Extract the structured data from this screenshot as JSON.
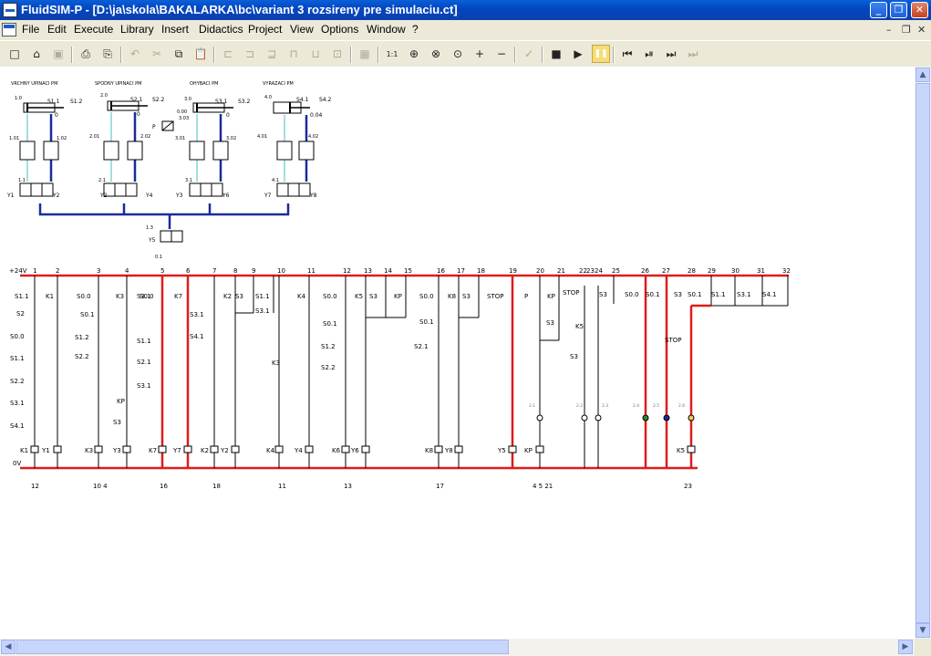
{
  "window": {
    "title": "FluidSIM-P - [D:\\ja\\skola\\BAKALARKA\\bc\\variant 3 rozsireny pre simulaciu.ct]",
    "minimize": "_",
    "maximize": "❐",
    "close": "✕"
  },
  "menu": [
    "File",
    "Edit",
    "Execute",
    "Library",
    "Insert",
    "Didactics",
    "Project",
    "View",
    "Options",
    "Window",
    "?"
  ],
  "mdi_controls": {
    "minimize": "–",
    "restore": "❐",
    "close": "✕"
  },
  "toolbar": [
    {
      "name": "new-icon",
      "glyph": "□"
    },
    {
      "name": "open-icon",
      "glyph": "⌂"
    },
    {
      "name": "save-icon",
      "glyph": "▣"
    },
    {
      "name": "print-preview-icon",
      "glyph": "⎙"
    },
    {
      "name": "print-icon",
      "glyph": "⎘"
    },
    {
      "name": "undo-icon",
      "glyph": "↶"
    },
    {
      "name": "cut-icon",
      "glyph": "✂"
    },
    {
      "name": "copy-icon",
      "glyph": "⧉"
    },
    {
      "name": "paste-icon",
      "glyph": "📋"
    },
    {
      "name": "align-left-icon",
      "glyph": "⊏"
    },
    {
      "name": "align-center-icon",
      "glyph": "⊐"
    },
    {
      "name": "align-right-icon",
      "glyph": "⊒"
    },
    {
      "name": "align-top-icon",
      "glyph": "⊓"
    },
    {
      "name": "align-middle-icon",
      "glyph": "⊔"
    },
    {
      "name": "align-bottom-icon",
      "glyph": "⊡"
    },
    {
      "name": "grid-icon",
      "glyph": "▦"
    },
    {
      "name": "zoom-1-1-icon",
      "glyph": "1:1"
    },
    {
      "name": "zoom-window-icon",
      "glyph": "⊕"
    },
    {
      "name": "zoom-fit-icon",
      "glyph": "⊗"
    },
    {
      "name": "zoom-all-icon",
      "glyph": "⊙"
    },
    {
      "name": "zoom-in-icon",
      "glyph": "+"
    },
    {
      "name": "zoom-out-icon",
      "glyph": "−"
    },
    {
      "name": "check-icon",
      "glyph": "✓"
    },
    {
      "name": "stop-icon",
      "glyph": "■"
    },
    {
      "name": "play-icon",
      "glyph": "▶"
    },
    {
      "name": "pause-icon",
      "glyph": "❚❚"
    },
    {
      "name": "reset-icon",
      "glyph": "⏮"
    },
    {
      "name": "step-icon",
      "glyph": "⏯"
    },
    {
      "name": "step-forward-icon",
      "glyph": "⏭"
    },
    {
      "name": "fast-forward-icon",
      "glyph": "⏭"
    }
  ],
  "pneumatic": {
    "cylinder_titles": [
      "VRCHNY UPINACI PM",
      "SPODNY UPINACI PM",
      "OHYBACI PM",
      "VYRAZACI PM"
    ],
    "cylinder_ids": [
      "1.0",
      "2.0",
      "3.0",
      "4.0"
    ],
    "limit_labels": [
      [
        "S1.1",
        "S1.2"
      ],
      [
        "S2.1",
        "S2.2"
      ],
      [
        "S3.1",
        "S3.2"
      ],
      [
        "S4.1",
        "S4.2"
      ]
    ],
    "position_values": [
      "0",
      "0",
      "0",
      "0.04"
    ],
    "flow_valves": [
      [
        "1.01",
        "1.02"
      ],
      [
        "2.01",
        "2.02"
      ],
      [
        "3.01",
        "3.02"
      ],
      [
        "4.01",
        "4.02"
      ]
    ],
    "valve_ids": [
      "1.1",
      "2.1",
      "3.1",
      "4.1"
    ],
    "solenoids": [
      [
        "Y1",
        "Y2"
      ],
      [
        "Y2",
        "Y4"
      ],
      [
        "Y3",
        "Y6"
      ],
      [
        "Y7",
        "Y8"
      ]
    ],
    "extra_valve": {
      "id": "1.3",
      "solenoid": "Y5",
      "source": "0.1"
    },
    "pressure": {
      "id": "3.03",
      "value": "0.00"
    }
  },
  "electrical": {
    "supply_pos": "+24V",
    "supply_neg": "0V",
    "rung_numbers": [
      "1",
      "2",
      "3",
      "4",
      "5",
      "6",
      "7",
      "8",
      "9",
      "10",
      "11",
      "12",
      "13",
      "14",
      "15",
      "16",
      "17",
      "18",
      "19",
      "20",
      "21",
      "22",
      "23",
      "24",
      "25",
      "26",
      "27",
      "28",
      "29",
      "30",
      "31",
      "32"
    ],
    "bottom_refs": [
      "12",
      "10 4",
      "16",
      "18",
      "11",
      "13",
      "17",
      "4 5 21",
      "23"
    ],
    "col1_contacts": [
      "S1.1",
      "S2",
      "S0.0",
      "S1.1",
      "S2.2",
      "S3.1",
      "S4.1"
    ],
    "coils": [
      "K1",
      "Y1",
      "K3",
      "Y3",
      "K7",
      "Y7",
      "K2",
      "Y2",
      "K4",
      "Y4",
      "K6",
      "Y6",
      "K8",
      "Y8",
      "Y5",
      "KP",
      "K5"
    ],
    "contact_tags": [
      "K1",
      "S0.0",
      "K3",
      "S0.0",
      "S0.1",
      "S1.2",
      "S2.2",
      "KP",
      "S3",
      "S3.1",
      "S1.1",
      "S2.1",
      "S3.1",
      "K7",
      "S3.1",
      "S4.1",
      "K2",
      "S3",
      "S1.1",
      "S3.1",
      "K3",
      "K4",
      "S0.0",
      "S0.1",
      "S1.2",
      "S2.2",
      "K5",
      "S3",
      "KP",
      "S0.0",
      "K8",
      "S3",
      "S0.1",
      "S2.1",
      "STOP",
      "P",
      "KP",
      "S3",
      "K5",
      "S3",
      "STOP",
      "S3",
      "S0.0",
      "S0.1",
      "S3",
      "S0.1",
      "S1.1",
      "S3.1",
      "S4.1",
      "STOP"
    ],
    "lamps": [
      "2.1",
      "2.2",
      "2.3",
      "2.4",
      "2.5",
      "2.6"
    ]
  }
}
